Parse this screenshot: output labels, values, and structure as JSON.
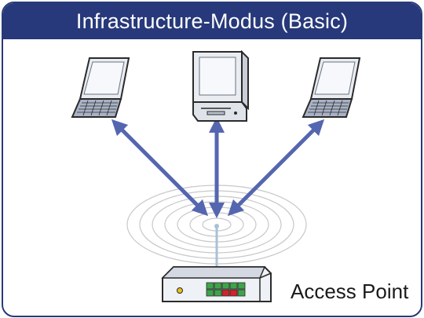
{
  "title": "Infrastructure-Modus (Basic)",
  "access_point_label": "Access Point",
  "colors": {
    "header": "#27397a",
    "arrow": "#5566b0",
    "led_green": "#3fa34a",
    "led_red": "#d1232a",
    "led_yellow": "#e6c21a"
  },
  "icons": {
    "left_device": "laptop-icon",
    "center_device": "desktop-computer-icon",
    "right_device": "laptop-icon",
    "access_point": "access-point-icon",
    "signal": "wireless-signal-rings"
  }
}
